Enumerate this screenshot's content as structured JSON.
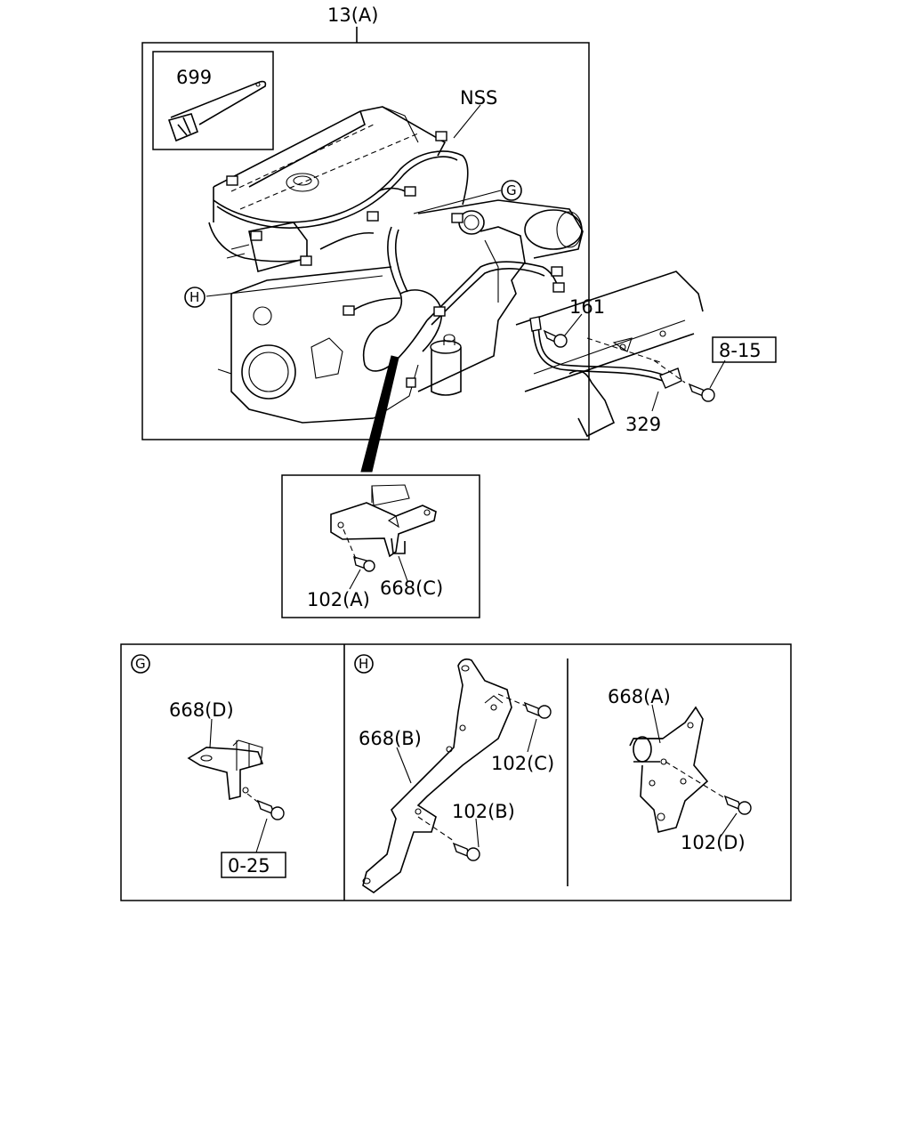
{
  "labels": {
    "assembly": "13(A)",
    "clip": "699",
    "nss": "NSS",
    "ref_g": "G",
    "ref_h": "H",
    "bolt_161": "161",
    "ref_8_15": "8-15",
    "harness_329": "329",
    "bolt_102a": "102(A)",
    "bracket_668c": "668(C)",
    "bracket_668d": "668(D)",
    "ref_0_25": "0-25",
    "bracket_668b": "668(B)",
    "bolt_102c": "102(C)",
    "bolt_102b": "102(B)",
    "bracket_668a": "668(A)",
    "bolt_102d": "102(D)"
  }
}
